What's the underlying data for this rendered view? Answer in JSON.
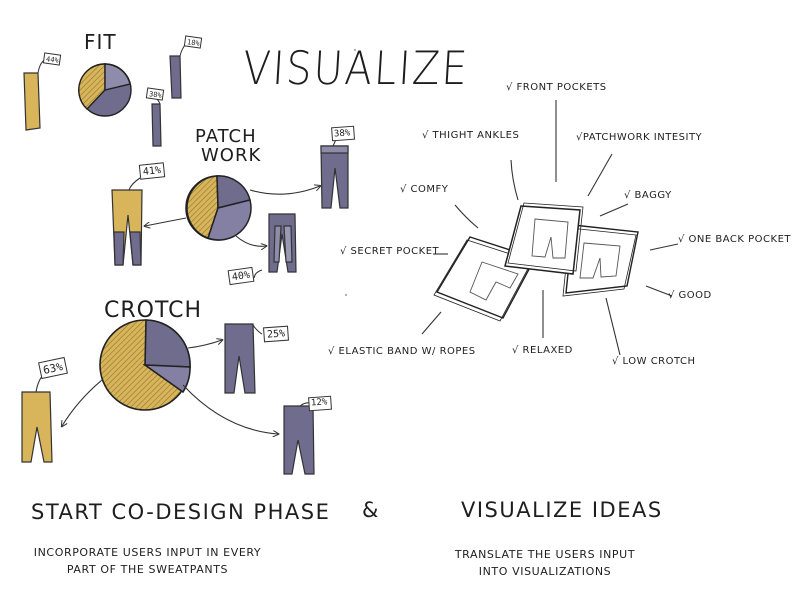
{
  "title": "VISUALIZE",
  "colors": {
    "mustard": "#d8b55a",
    "mustard_dark": "#a88a3a",
    "purple": "#6f6c8e",
    "purple_light": "#8f8cab",
    "ink": "#1e1e1e"
  },
  "fit": {
    "heading": "FIT",
    "tags": [
      "44%",
      "18%",
      "38%"
    ]
  },
  "patchwork": {
    "heading": "PATCH WORK",
    "heading_line1": "PATCH",
    "heading_line2": "WORK",
    "tags": [
      "41%",
      "38%",
      "40%"
    ]
  },
  "crotch": {
    "heading": "CROTCH",
    "tags": [
      "63%",
      "25%",
      "12%"
    ]
  },
  "checklist": [
    "√ FRONT POCKETS",
    "√ THIGHT ANKLES",
    "√PATCHWORK INTESITY",
    "√ COMFY",
    "√ BAGGY",
    "√ SECRET POCKET",
    "√ ONE BACK POCKET",
    "√ GOOD",
    "√ ELASTIC BAND W/ ROPES",
    "√ RELAXED",
    "√ LOW CROTCH"
  ],
  "footer": {
    "left_title": "START CO-DESIGN PHASE",
    "ampersand": "&",
    "right_title": "VISUALIZE IDEAS",
    "left_line1": "INCORPORATE USERS INPUT IN EVERY",
    "left_line2": "PART OF THE SWEATPANTS",
    "right_line1": "TRANSLATE THE USERS INPUT",
    "right_line2": "INTO VISUALIZATIONS"
  }
}
